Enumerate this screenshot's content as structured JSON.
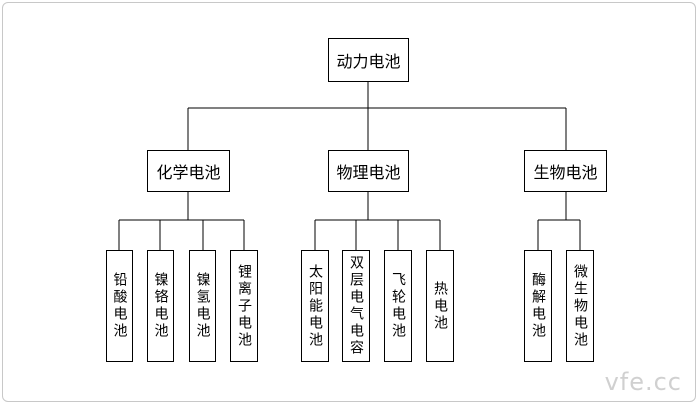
{
  "root": {
    "label": "动力电池"
  },
  "branches": [
    {
      "label": "化学电池",
      "children": [
        "铅酸电池",
        "镍铬电池",
        "镍氢电池",
        "锂离子电池"
      ]
    },
    {
      "label": "物理电池",
      "children": [
        "太阳能电池",
        "双层电气电容",
        "飞轮电池",
        "热电池"
      ]
    },
    {
      "label": "生物电池",
      "children": [
        "酶解电池",
        "微生物电池"
      ]
    }
  ],
  "watermark": "vfe.cc"
}
